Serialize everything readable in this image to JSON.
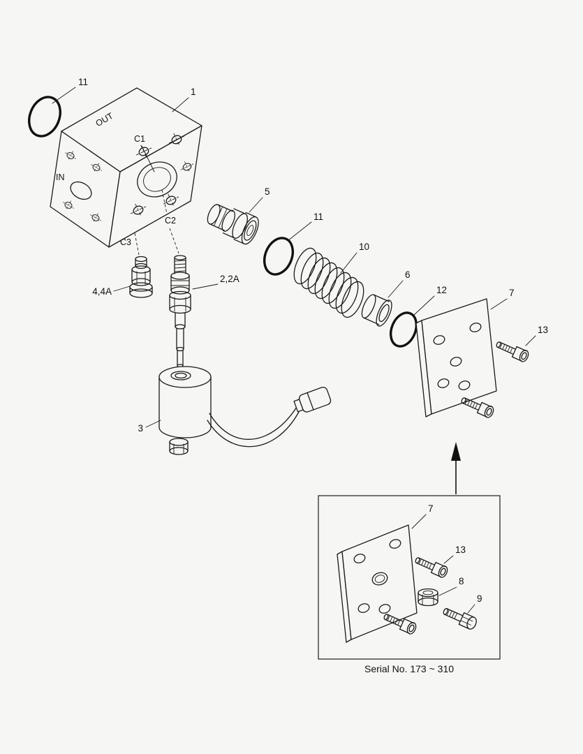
{
  "page": {
    "background_color": "#f6f6f4",
    "line_color": "#1a1a1a"
  },
  "block": {
    "out_label": "OUT",
    "in_label": "IN",
    "port_c1": "C1",
    "port_c2": "C2",
    "port_c3": "C3"
  },
  "callouts": {
    "part1": "1",
    "part2": "2,2A",
    "part3": "3",
    "part4": "4,4A",
    "part5": "5",
    "part6": "6",
    "part7": "7",
    "part8": "8",
    "part9": "9",
    "part10": "10",
    "part11_top": "11",
    "part11_mid": "11",
    "part12": "12",
    "part13": "13",
    "inset_part7": "7",
    "inset_part13": "13"
  },
  "inset": {
    "caption": "Serial No. 173 ~ 310"
  }
}
